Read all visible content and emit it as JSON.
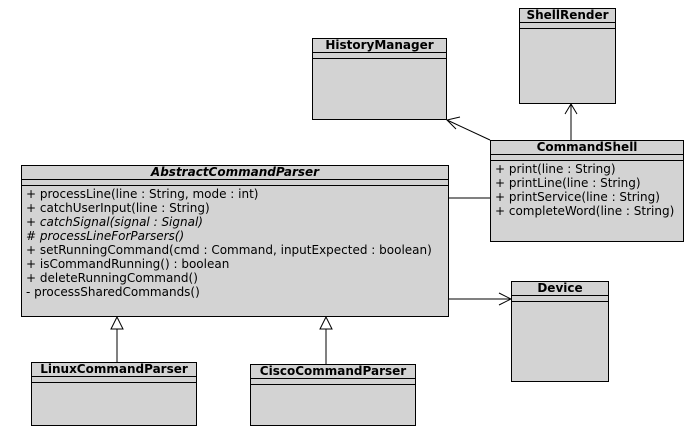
{
  "classes": {
    "history_manager": {
      "name": "HistoryManager"
    },
    "shell_render": {
      "name": "ShellRender"
    },
    "command_shell": {
      "name": "CommandShell",
      "operations": [
        "+ print(line : String)",
        "+ printLine(line : String)",
        "+ printService(line : String)",
        "+ completeWord(line : String)"
      ]
    },
    "abstract_command_parser": {
      "name": "AbstractCommandParser",
      "operations": [
        "+ processLine(line : String, mode : int)",
        "+ catchUserInput(line : String)",
        "+ catchSignal(signal : Signal)",
        "# processLineForParsers()",
        "+ setRunningCommand(cmd : Command, inputExpected : boolean)",
        "+ isCommandRunning() : boolean",
        "+ deleteRunningCommand()",
        "- processSharedCommands()"
      ]
    },
    "device": {
      "name": "Device"
    },
    "linux_command_parser": {
      "name": "LinuxCommandParser"
    },
    "cisco_command_parser": {
      "name": "CiscoCommandParser"
    }
  },
  "colors": {
    "box_fill": "#d3d3d3",
    "line": "#000000"
  }
}
